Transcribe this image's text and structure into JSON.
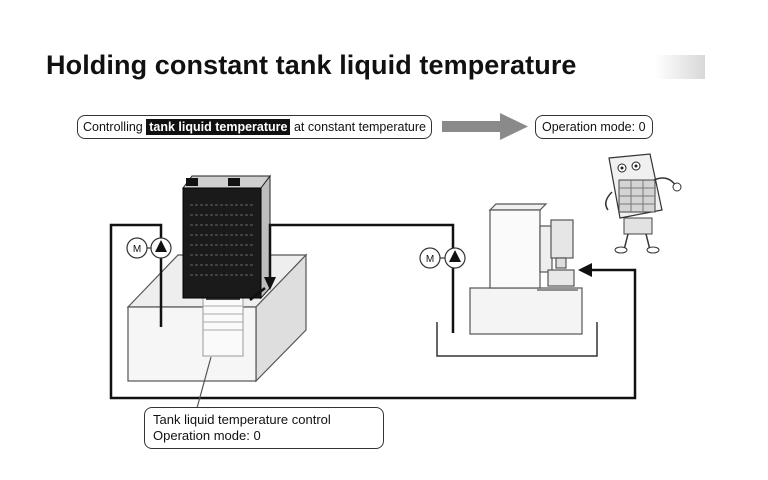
{
  "title": "Holding constant tank liquid temperature",
  "top_callout": {
    "prefix": "Controlling",
    "highlight": "tank liquid temperature",
    "suffix": "at constant temperature"
  },
  "mode_callout": "Operation mode: 0",
  "bottom_callout": {
    "line1": "Tank liquid temperature control",
    "line2": "Operation mode: 0"
  },
  "pump_label_left": "M",
  "pump_label_right": "M"
}
